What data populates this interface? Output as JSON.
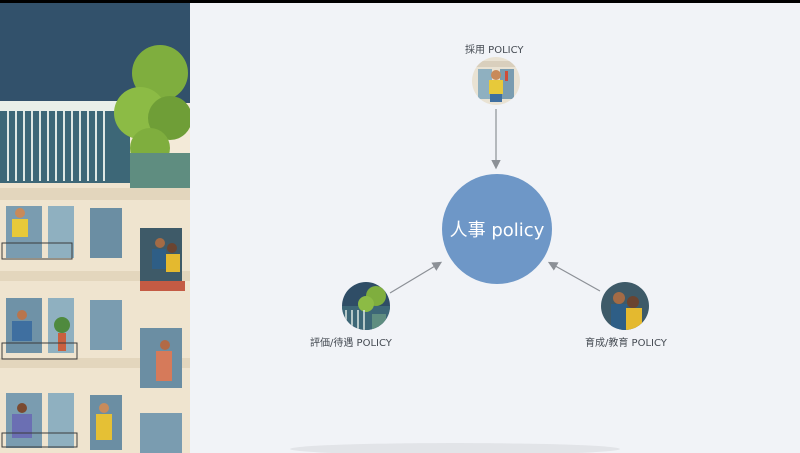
{
  "diagram": {
    "center": {
      "label": "人事 policy"
    },
    "nodes": [
      {
        "label": "採用 POLICY",
        "image": "person-at-window-photo"
      },
      {
        "label": "評価/待遇 POLICY",
        "image": "balcony-plants-photo"
      },
      {
        "label": "育成/教育 POLICY",
        "image": "couple-at-window-photo"
      }
    ]
  },
  "colors": {
    "center_fill": "#6e97c7",
    "arrow": "#8c9096",
    "background": "#f1f3f7",
    "sky": "#2f4d66"
  },
  "illustration": {
    "subject": "apartment-building-with-people-at-windows"
  }
}
